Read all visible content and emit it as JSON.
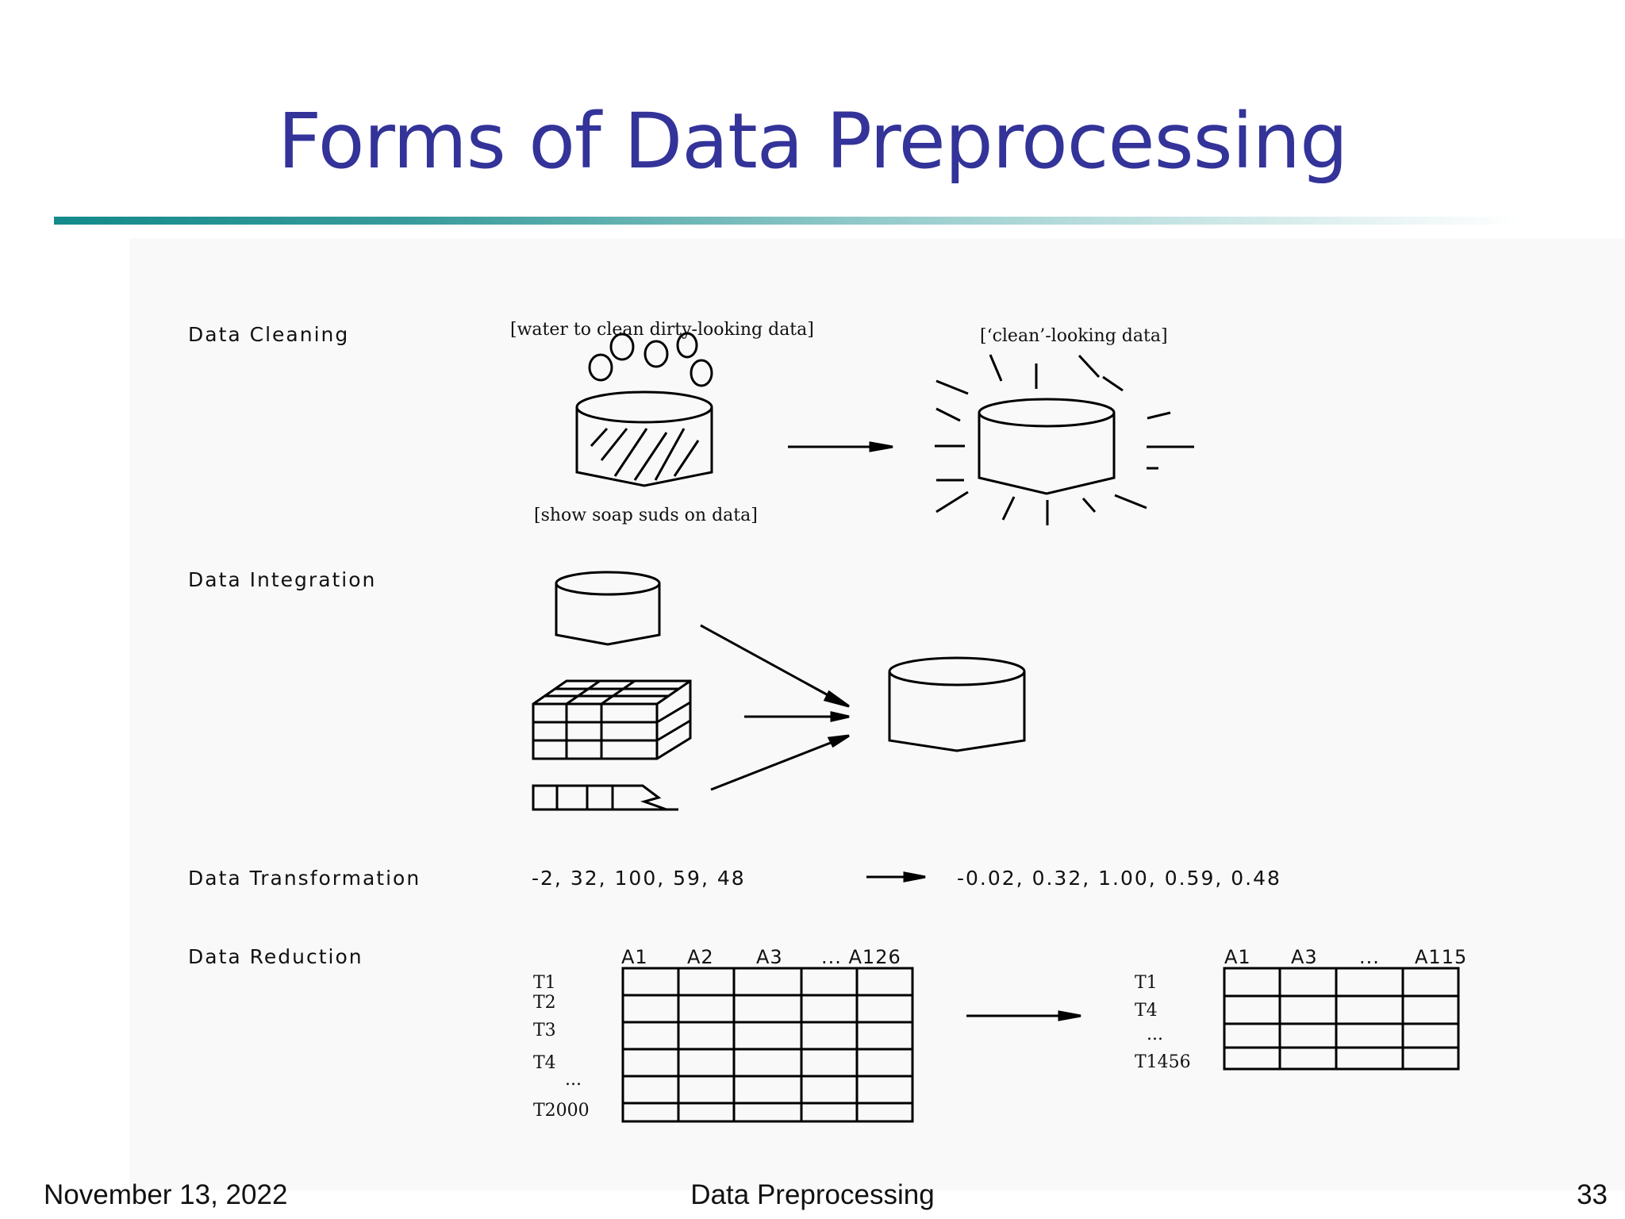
{
  "slide": {
    "title": "Forms of Data Preprocessing"
  },
  "diagram": {
    "cleaning": {
      "label": "Data Cleaning",
      "note_top": "[water to clean dirty-looking data]",
      "note_bottom": "[show soap suds on data]",
      "note_result": "[‘clean’-looking data]"
    },
    "integration": {
      "label": "Data Integration"
    },
    "transformation": {
      "label": "Data Transformation",
      "input_values": "-2, 32, 100, 59, 48",
      "output_values": "-0.02, 0.32, 1.00, 0.59, 0.48"
    },
    "reduction": {
      "label": "Data Reduction",
      "left_columns": [
        "A1",
        "A2",
        "A3",
        "... A126"
      ],
      "left_rows": [
        "T1",
        "T2",
        "T3",
        "T4",
        "...",
        "T2000"
      ],
      "right_columns": [
        "A1",
        "A3",
        "...",
        "A115"
      ],
      "right_rows": [
        "T1",
        "T4",
        "...",
        "T1456"
      ]
    }
  },
  "footer": {
    "date": "November 13, 2022",
    "center": "Data Preprocessing",
    "page": "33"
  }
}
